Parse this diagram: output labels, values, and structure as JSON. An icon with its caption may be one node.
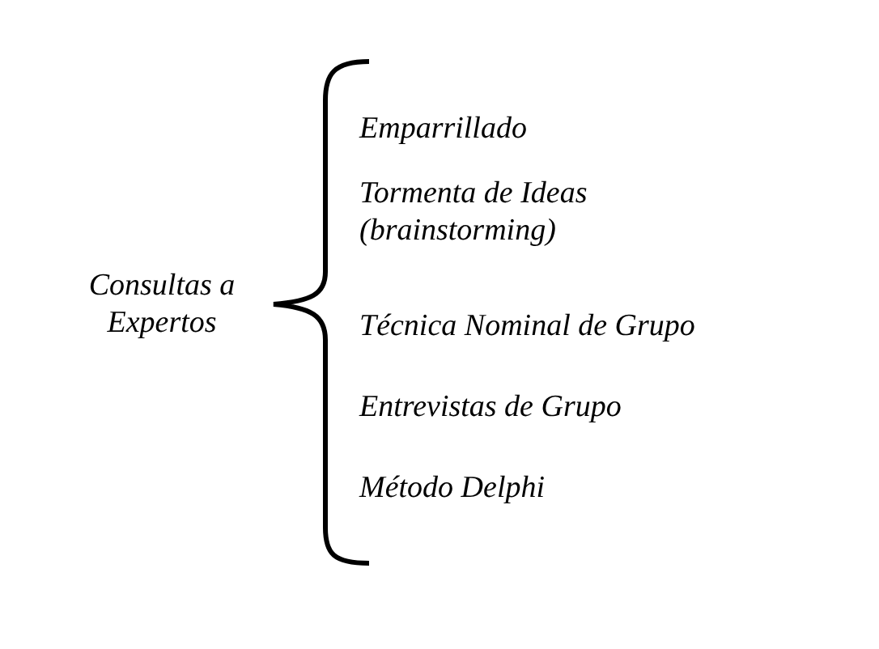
{
  "diagram": {
    "labels": [
      "Consultas a Expertos",
      "Emparrillado",
      "Tormenta de Ideas (brainstorming)",
      "Técnica Nominal de Grupo",
      "Entrevistas de Grupo",
      "Método Delphi"
    ]
  }
}
